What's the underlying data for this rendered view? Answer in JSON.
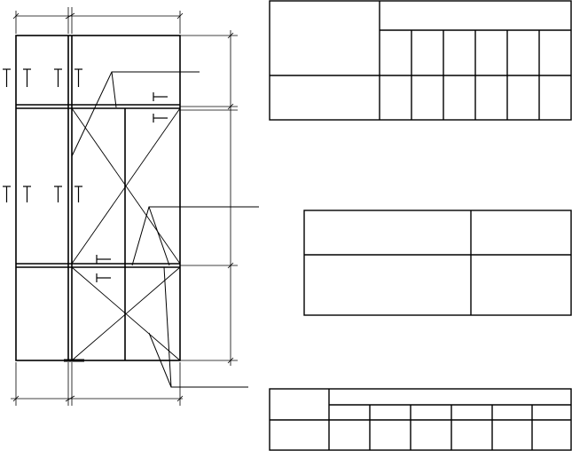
{
  "drawing": {
    "ink_color": "#000000",
    "background_color": "#ffffff",
    "bracing_type": "X-bracing",
    "marker_symbol": "T"
  },
  "tables": {
    "table_top": {
      "rows": 2,
      "columns": 7,
      "cells_text": []
    },
    "table_middle": {
      "rows": 2,
      "columns": 2,
      "cells_text": []
    },
    "table_bottom": {
      "rows": 2,
      "columns": 7,
      "cells_text": []
    }
  }
}
